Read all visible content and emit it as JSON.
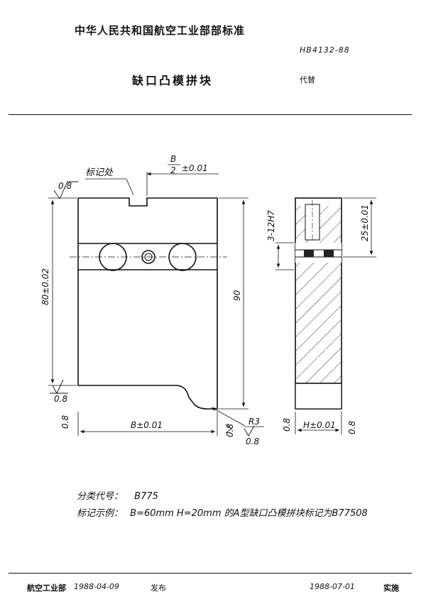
{
  "header": {
    "organization": "中华人民共和国航空工业部部标准",
    "standard_code": "HB4132-88",
    "title": "缺口凸模拼块",
    "replaces": "代替"
  },
  "drawing": {
    "mark_label": "标记处",
    "top_dim_numerator": "B",
    "top_dim_denominator": "2",
    "top_dim_tol": "±0.01",
    "height_dim_left": "80±0.02",
    "height_dim_right": "90",
    "width_dim": "B±0.01",
    "radius_label": "R3",
    "roughness_value": "0.8",
    "side_hole_dim": "3-12H7",
    "side_height_dim": "25±0.01",
    "side_width_dim": "H±0.01"
  },
  "notes": {
    "classification_label": "分类代号：",
    "classification_value": "B775",
    "marking_label": "标记示例：",
    "marking_value": "B=60mm  H=20mm 的A型缺口凸模拼块标记为B77508"
  },
  "footer": {
    "issuer": "航空工业部",
    "issue_date": "1988-04-09",
    "issue_label": "发布",
    "effective_date": "1988-07-01",
    "effective_label": "实施"
  }
}
